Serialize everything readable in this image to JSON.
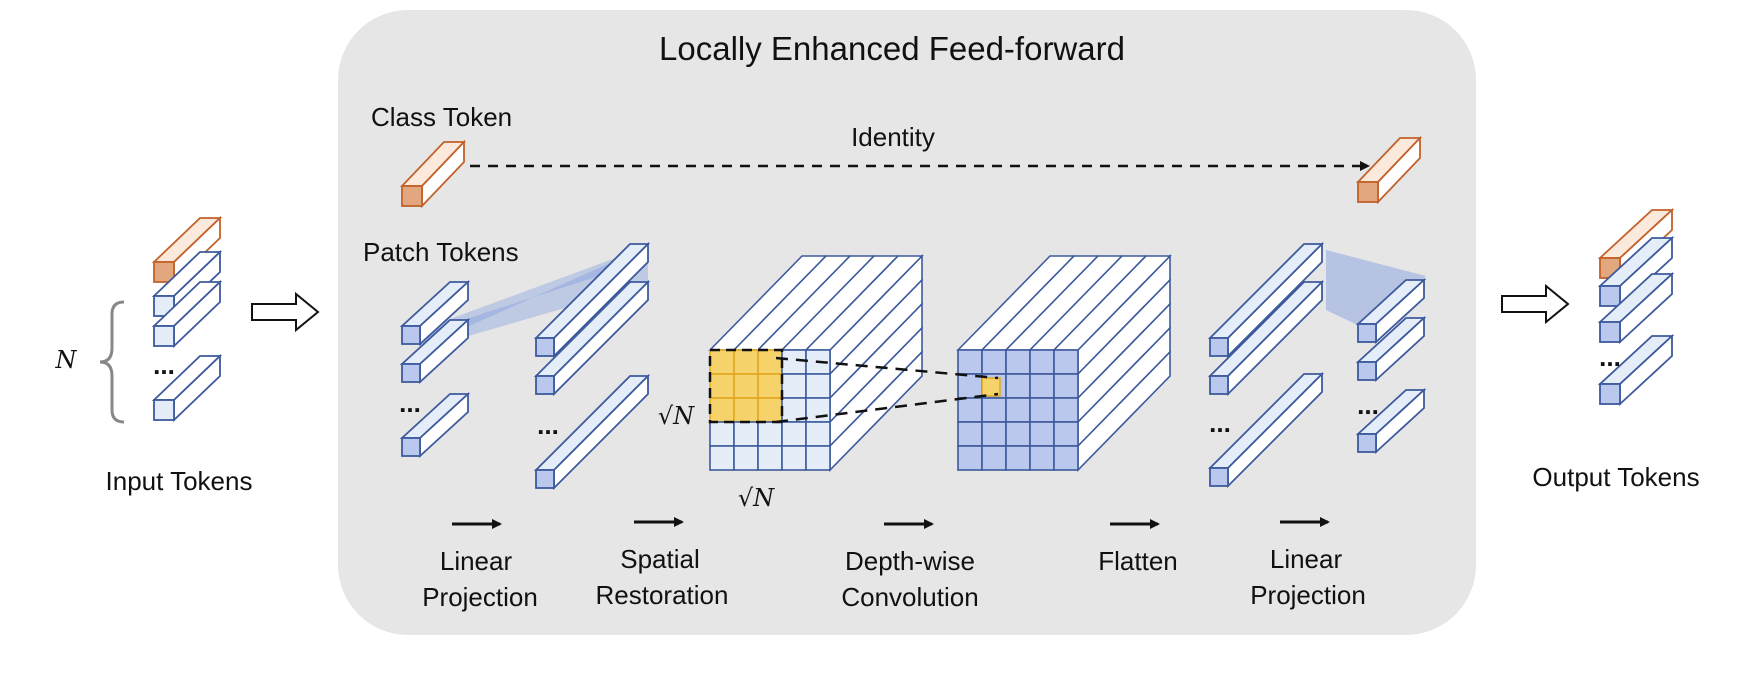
{
  "title": "Locally Enhanced Feed-forward",
  "labels": {
    "class_token": "Class Token",
    "patch_tokens": "Patch Tokens",
    "identity": "Identity",
    "input_tokens": "Input Tokens",
    "output_tokens": "Output Tokens",
    "n_symbol": "N",
    "sqrt_n": "√N",
    "ellipsis": "...",
    "steps": [
      {
        "line1": "Linear",
        "line2": "Projection"
      },
      {
        "line1": "Spatial",
        "line2": "Restoration"
      },
      {
        "line1": "Depth-wise",
        "line2": "Convolution"
      },
      {
        "line1": "Flatten",
        "line2": ""
      },
      {
        "line1": "Linear",
        "line2": "Projection"
      }
    ]
  },
  "colors": {
    "panel_bg": "#e6e6e6",
    "patch_front": "#b9c8ec",
    "patch_light": "#e4edf8",
    "patch_stroke": "#3d5a9e",
    "class_front": "#e3a77f",
    "class_light": "#fbe9dc",
    "class_stroke": "#c2622a",
    "highlight": "#f5d26a",
    "highlight_stroke": "#e0a81e",
    "wedge": "#8fa6df"
  }
}
